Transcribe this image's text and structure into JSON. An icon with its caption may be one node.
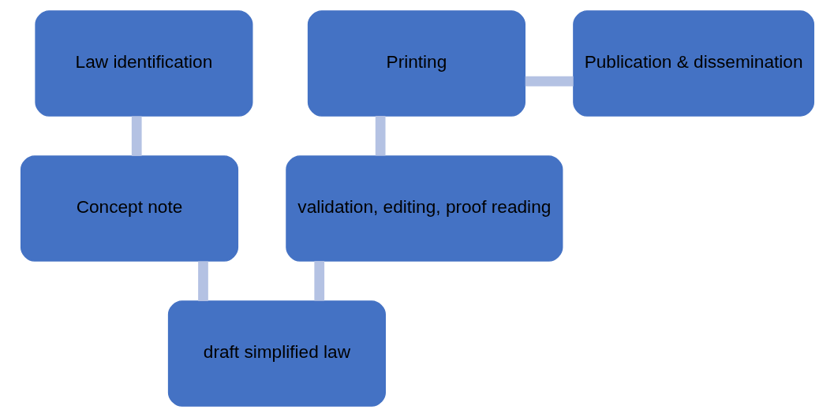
{
  "diagram": {
    "nodes": [
      {
        "text": [
          "Law identification"
        ]
      },
      {
        "text": [
          "Concept note"
        ]
      },
      {
        "text": [
          "draft simplified law"
        ]
      },
      {
        "text": [
          "validation, editing, proof reading"
        ]
      },
      {
        "text": [
          "Printing"
        ]
      },
      {
        "text": [
          "Publication & dissemination"
        ]
      }
    ],
    "edges": [
      {
        "from": 0,
        "to": 1,
        "arrow": "none"
      },
      {
        "from": 1,
        "to": 2,
        "arrow": "none"
      },
      {
        "from": 2,
        "to": 3,
        "arrow": "none"
      },
      {
        "from": 3,
        "to": 4,
        "arrow": "none"
      },
      {
        "from": 4,
        "to": 5,
        "arrow": "none"
      }
    ]
  }
}
